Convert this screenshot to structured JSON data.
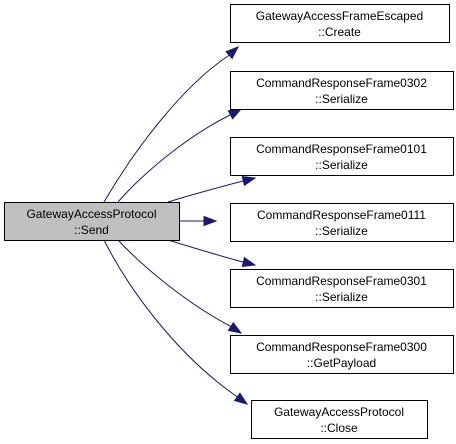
{
  "colors": {
    "root_fill": "#bfbfbf",
    "node_fill": "#ffffff",
    "node_border": "#000000",
    "edge": "#191970"
  },
  "nodes": [
    {
      "id": "root",
      "line1": "GatewayAccessProtocol",
      "line2": "::Send",
      "root": true
    },
    {
      "id": "n1",
      "line1": "GatewayAccessFrameEscaped",
      "line2": "::Create"
    },
    {
      "id": "n2",
      "line1": "CommandResponseFrame0302",
      "line2": "::Serialize"
    },
    {
      "id": "n3",
      "line1": "CommandResponseFrame0101",
      "line2": "::Serialize"
    },
    {
      "id": "n4",
      "line1": "CommandResponseFrame0111",
      "line2": "::Serialize"
    },
    {
      "id": "n5",
      "line1": "CommandResponseFrame0301",
      "line2": "::Serialize"
    },
    {
      "id": "n6",
      "line1": "CommandResponseFrame0300",
      "line2": "::GetPayload"
    },
    {
      "id": "n7",
      "line1": "GatewayAccessProtocol",
      "line2": "::Close"
    }
  ],
  "edges": [
    {
      "from": "root",
      "to": "n1"
    },
    {
      "from": "root",
      "to": "n2"
    },
    {
      "from": "root",
      "to": "n3"
    },
    {
      "from": "root",
      "to": "n4"
    },
    {
      "from": "root",
      "to": "n5"
    },
    {
      "from": "root",
      "to": "n6"
    },
    {
      "from": "root",
      "to": "n7"
    }
  ]
}
